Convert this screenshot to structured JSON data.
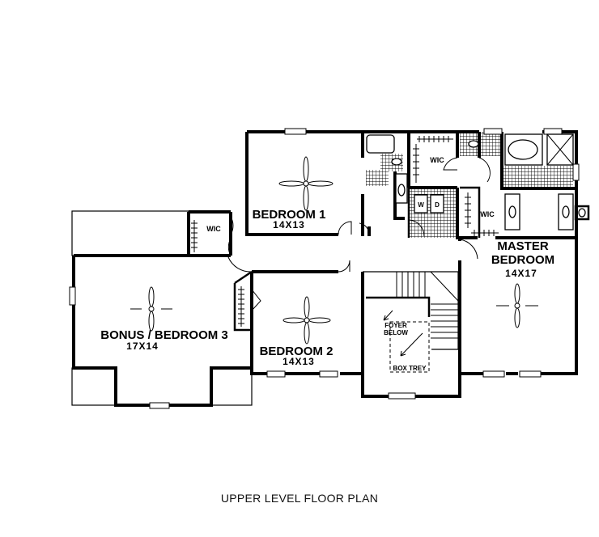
{
  "plan": {
    "title": "UPPER LEVEL FLOOR PLAN",
    "rooms": {
      "bedroom1": {
        "name": "BEDROOM 1",
        "size": "14X13"
      },
      "bedroom2": {
        "name": "BEDROOM 2",
        "size": "14X13"
      },
      "bonus": {
        "name": "BONUS / BEDROOM 3",
        "size": "17X14"
      },
      "master": {
        "name_line1": "MASTER",
        "name_line2": "BEDROOM",
        "size": "14X17"
      }
    },
    "closets": {
      "wic_bonus": "WIC",
      "wic_upper": "WIC",
      "wic_master": "WIC"
    },
    "laundry": {
      "washer": "W",
      "dryer": "D"
    },
    "foyer": {
      "line1": "FOYER",
      "line2": "BELOW",
      "ceiling": "BOX TREY"
    }
  }
}
